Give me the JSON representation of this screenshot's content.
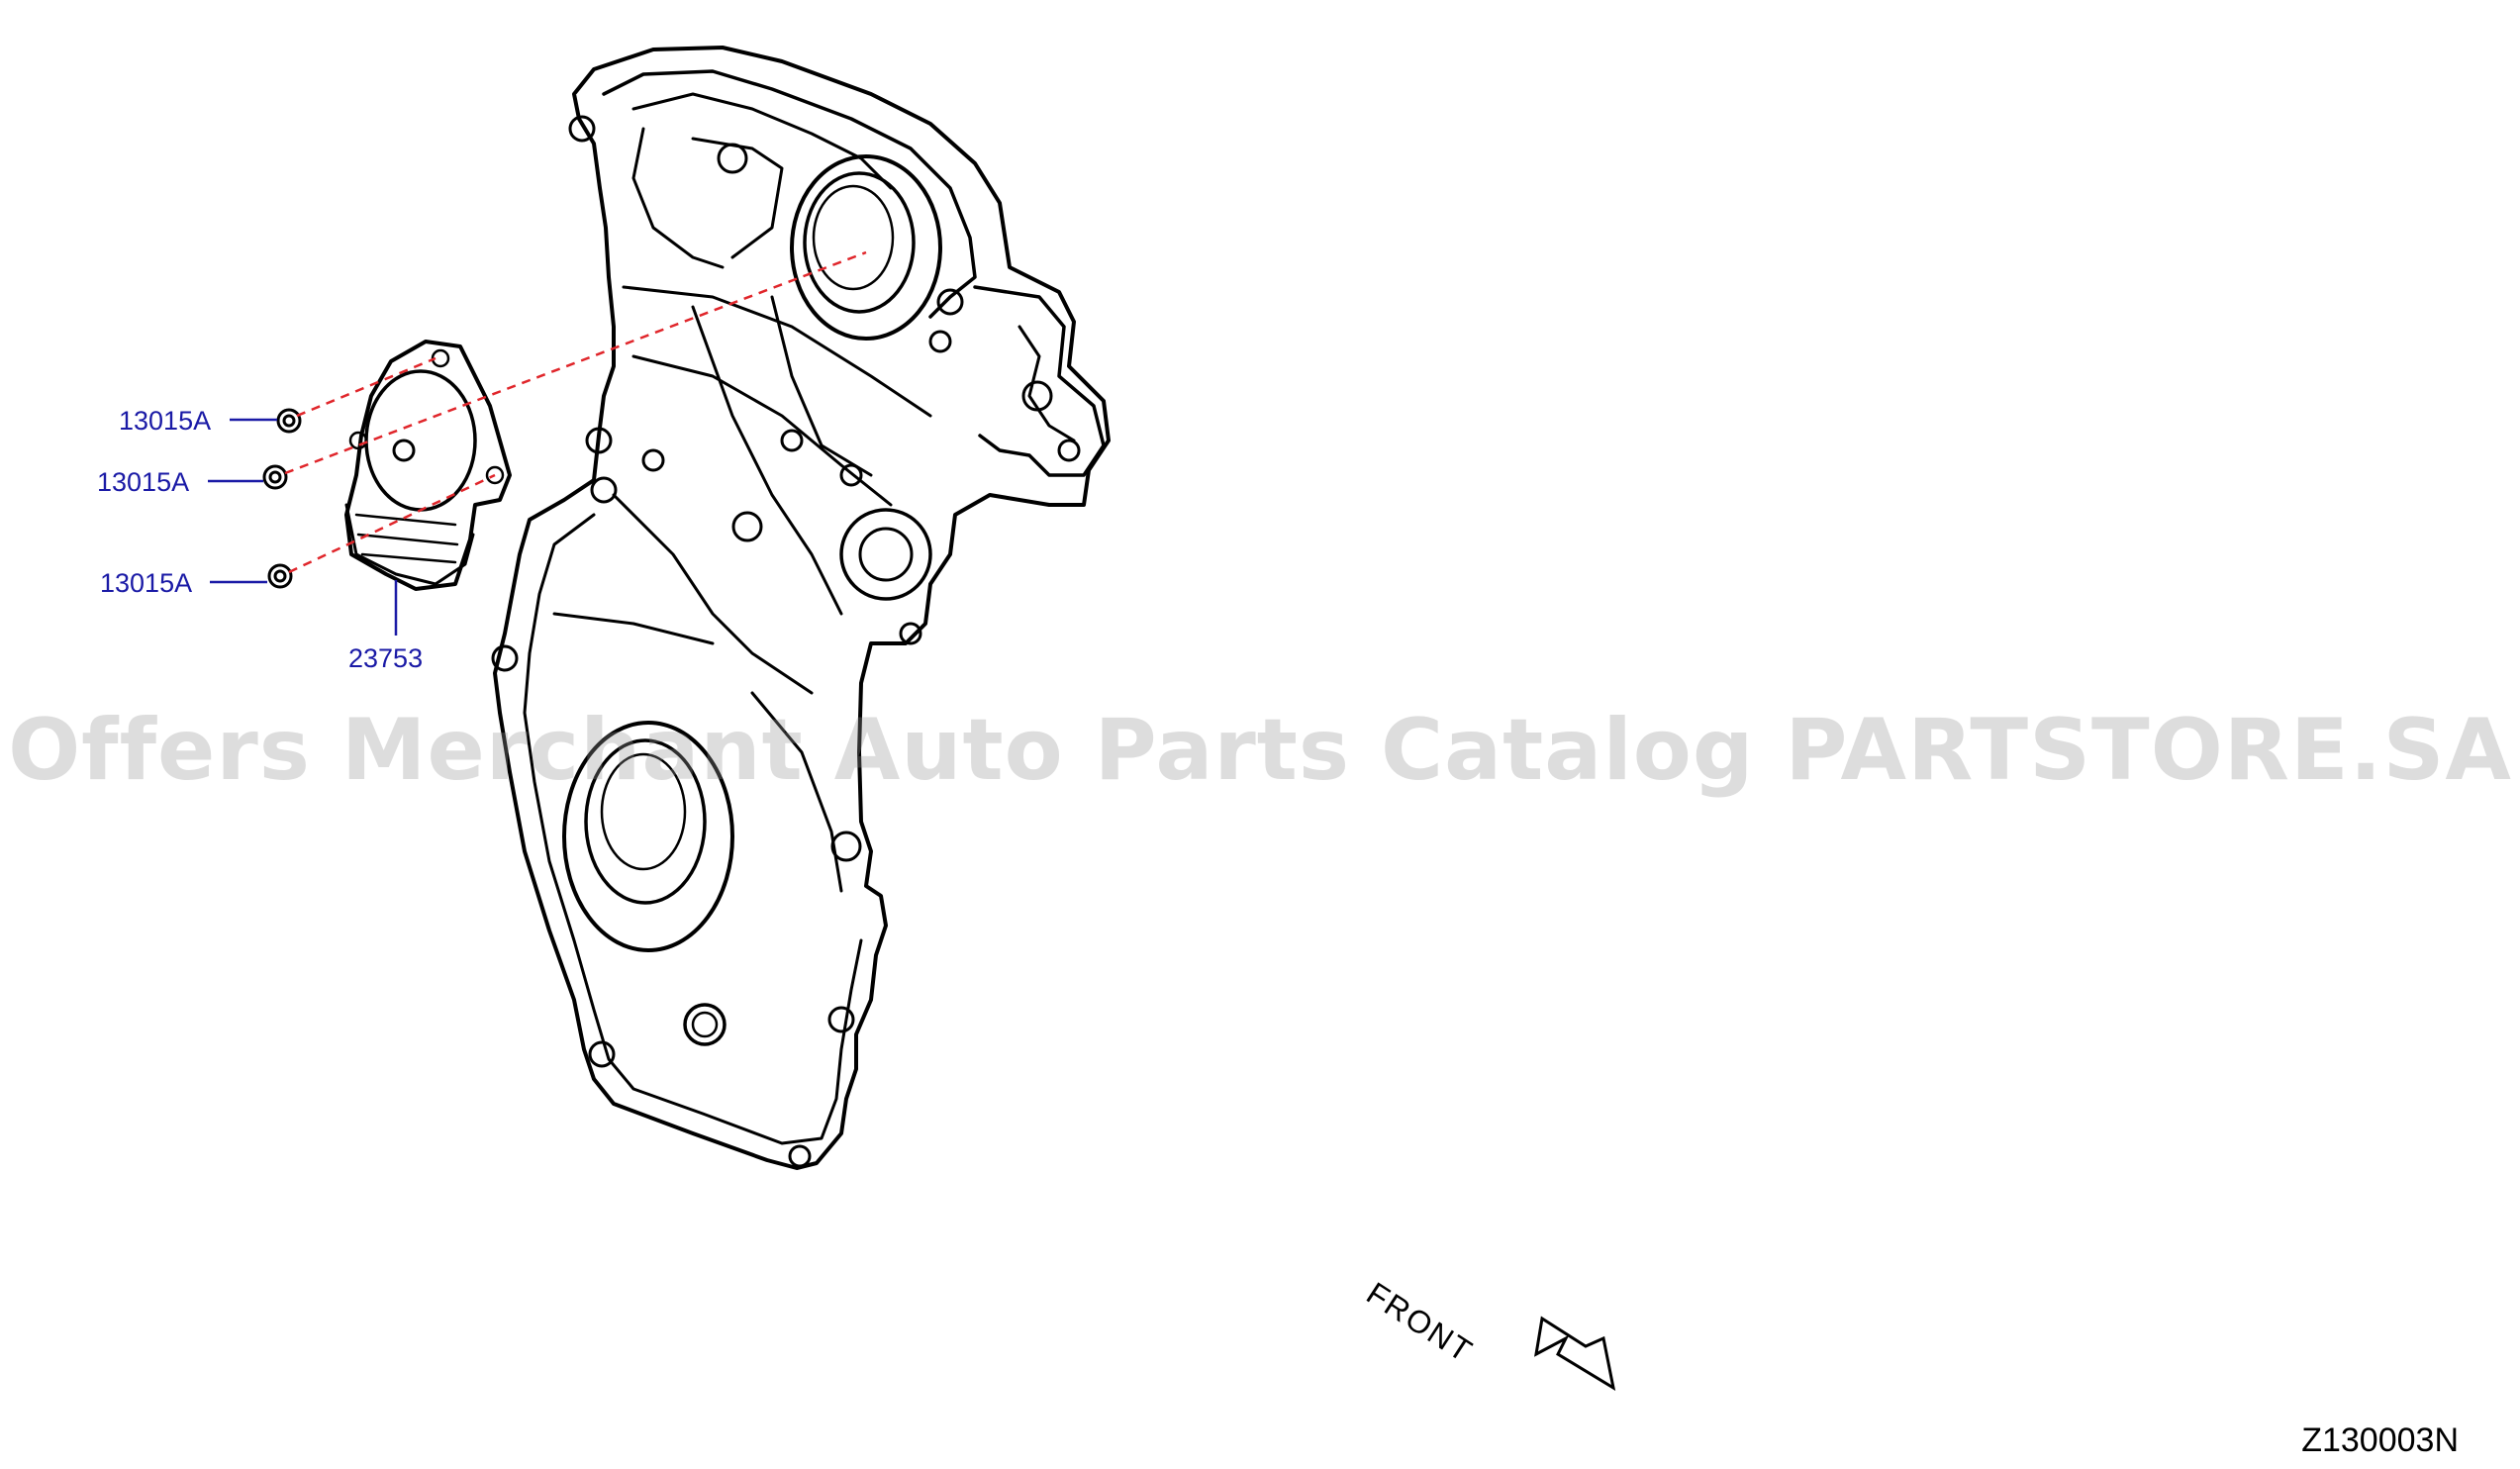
{
  "callouts": {
    "bolt_top": "13015A",
    "bolt_middle": "13015A",
    "bolt_bottom": "13015A",
    "sensor": "23753"
  },
  "watermark": "Offers Merchant Auto Parts Catalog PARTSTORE.SA",
  "direction_label": "FRONT",
  "diagram_code": "Z130003N",
  "colors": {
    "callout_text": "#1a1aa6",
    "leader_line": "#1a1aa6",
    "alignment_line": "#e0262b",
    "line_art": "#000000"
  }
}
